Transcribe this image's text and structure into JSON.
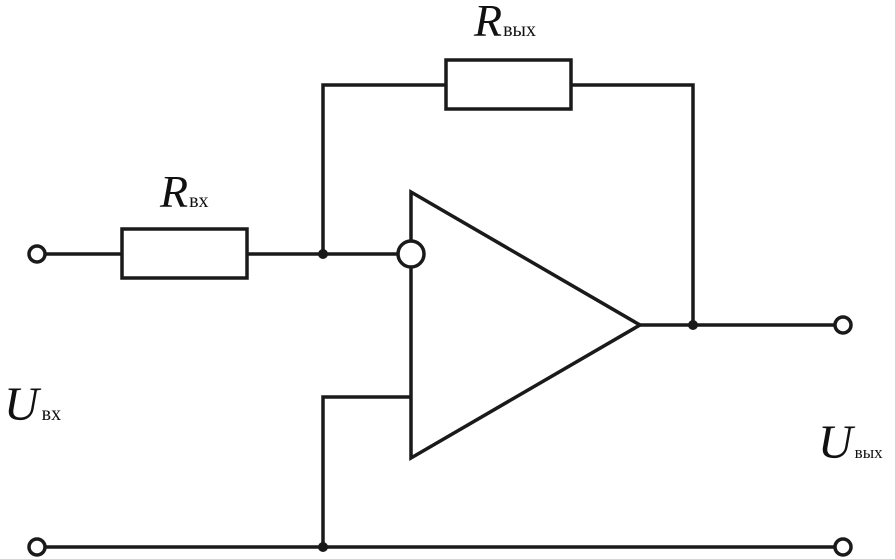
{
  "labels": {
    "r_out": {
      "symbol": "R",
      "subscript": "вых"
    },
    "r_in": {
      "symbol": "R",
      "subscript": "вх"
    },
    "u_in": {
      "symbol": "U",
      "subscript": "вх"
    },
    "u_out": {
      "symbol": "U",
      "subscript": "вых"
    }
  },
  "colors": {
    "ink": "#1a1a1a",
    "background": "#ffffff"
  }
}
